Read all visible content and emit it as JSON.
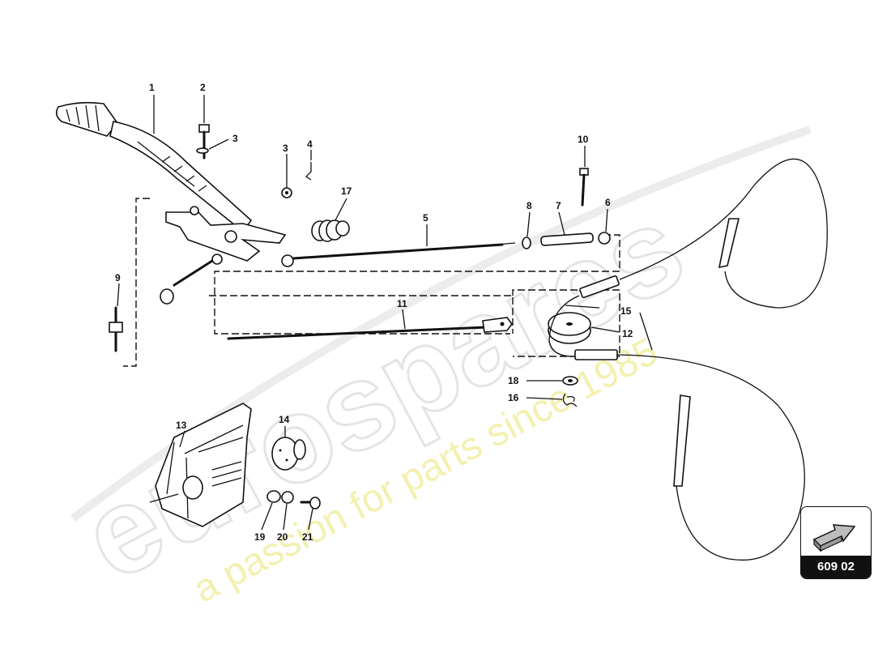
{
  "watermark": {
    "brand": "eurospares",
    "tagline": "a passion for parts since 1985"
  },
  "callouts": {
    "c1": "1",
    "c2": "2",
    "c3a": "3",
    "c3b": "3",
    "c4": "4",
    "c5": "5",
    "c6": "6",
    "c7": "7",
    "c8": "8",
    "c9": "9",
    "c10": "10",
    "c11": "11",
    "c12": "12",
    "c13": "13",
    "c14": "14",
    "c15": "15",
    "c16": "16",
    "c17": "17",
    "c18": "18",
    "c19": "19",
    "c20": "20",
    "c21": "21"
  },
  "nav": {
    "page_code": "609 02",
    "icon": "arrow-icon"
  }
}
